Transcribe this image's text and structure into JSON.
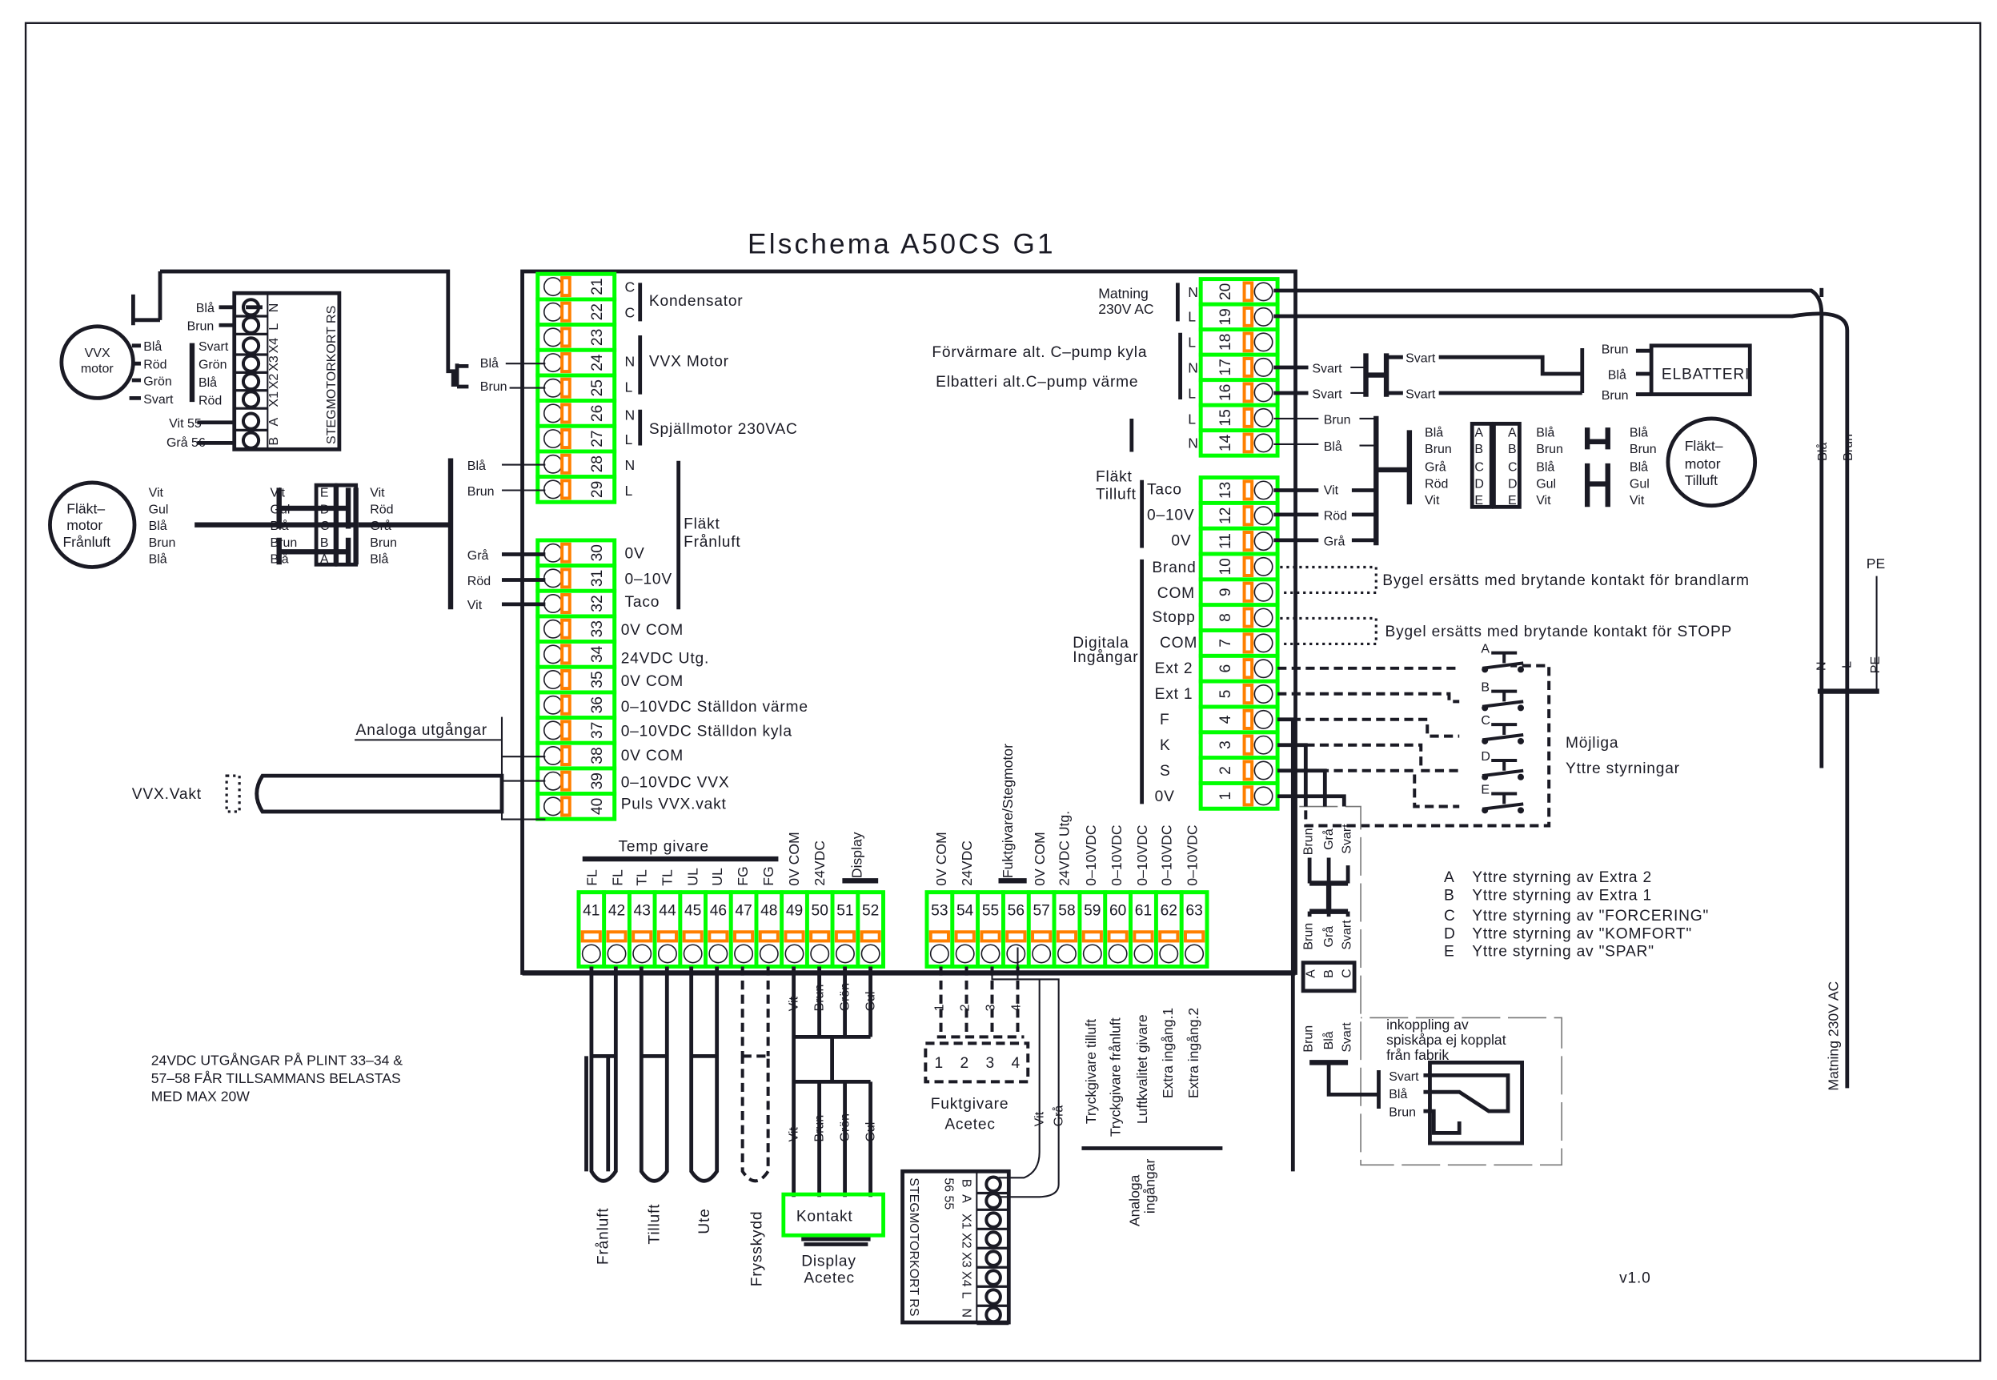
{
  "title": "Elschema A50CS G1",
  "version": "v1.0",
  "colors": {
    "terminal_frame": "#00ff00",
    "terminal_clamp": "#ff7f00",
    "line": "#1a1a24"
  },
  "note": [
    "24VDC UTGÅNGAR PÅ PLINT 33–34 &",
    "57–58 FÅR TILLSAMMANS BELASTAS",
    "MED MAX 20W"
  ],
  "terminals": {
    "left_upper": [
      21,
      22,
      23,
      24,
      25,
      26,
      27,
      28,
      29
    ],
    "left_lower": [
      30,
      31,
      32,
      33,
      34,
      35,
      36,
      37,
      38,
      39,
      40
    ],
    "right_upper": [
      20,
      19,
      18,
      17,
      16,
      15,
      14
    ],
    "right_lower": [
      13,
      12,
      11,
      10,
      9,
      8,
      7,
      6,
      5,
      4,
      3,
      2,
      1
    ],
    "bottom_a": [
      41,
      42,
      43,
      44,
      45,
      46,
      47,
      48,
      49,
      50,
      51,
      52
    ],
    "bottom_b": [
      53,
      54,
      55,
      56,
      57,
      58,
      59,
      60,
      61,
      62,
      63
    ]
  },
  "stegmotorkort_top": {
    "name": "STEGMOTORKORT RS",
    "pins": [
      "N",
      "L",
      "X4",
      "X3",
      "X2",
      "X1",
      "A",
      "B"
    ],
    "wires": [
      "Blå",
      "Brun",
      "Svart",
      "Grön",
      "Blå",
      "Röd",
      "Vit 55",
      "Grå 56"
    ]
  },
  "vvx_motor": {
    "label": [
      "VVX",
      "motor"
    ],
    "wires": [
      "Blå",
      "Röd",
      "Grön",
      "Svart"
    ]
  },
  "vvx_feed": {
    "wires": [
      "Blå",
      "Brun"
    ]
  },
  "franluft": {
    "label": [
      "Fläkt–",
      "motor",
      "Frånluft"
    ],
    "motor_wires": [
      "Vit",
      "Gul",
      "Blå",
      "Brun",
      "Blå"
    ],
    "mid_wires": [
      "Vit",
      "Gul",
      "Blå",
      "Brun",
      "Blå"
    ],
    "pins": [
      "E",
      "D",
      "C",
      "B",
      "A"
    ],
    "out_wires": [
      "Vit",
      "Röd",
      "Grå",
      "Brun",
      "Blå"
    ],
    "bus_wires": [
      "Blå",
      "Brun",
      "Grå",
      "Röd",
      "Vit"
    ]
  },
  "left_labels": [
    "C",
    "C",
    "N",
    "L",
    "N",
    "L",
    "N",
    "L",
    "0V",
    "0–10V",
    "Taco",
    "0V COM",
    "24VDC Utg.",
    "0V COM",
    "0–10VDC  Ställdon  värme",
    "0–10VDC  Ställdon  kyla",
    "0V COM",
    "0–10VDC  VVX",
    "Puls   VVX.vakt"
  ],
  "left_groups": {
    "kondensator": "Kondensator",
    "vvx_motor": "VVX Motor",
    "spjall": "Spjällmotor 230VAC",
    "flakt": "Fläkt",
    "franluft": "Frånluft"
  },
  "analog_out": "Analoga utgångar",
  "vvx_vakt": "VVX.Vakt",
  "right_labels": [
    "N",
    "L",
    "L",
    "N",
    "L",
    "L",
    "N",
    "Taco",
    "0–10V",
    "0V",
    "Brand",
    "COM",
    "Stopp",
    "COM",
    "Ext 2",
    "Ext 1",
    "F",
    "K",
    "S",
    "0V"
  ],
  "right_groups": {
    "matning": "Matning",
    "matning2": "230V AC",
    "forvarmare": "Förvärmare alt. C–pump kyla",
    "elbatteri": "Elbatteri alt.C–pump värme",
    "flakt": "Fläkt",
    "tilluft": "Tilluft",
    "digitala": "Digitala",
    "ingangar": "Ingångar"
  },
  "right_wires": [
    "Svart",
    "Svart",
    "Brun",
    "Blå"
  ],
  "elbatteri": {
    "in": [
      "Svart",
      "Svart"
    ],
    "out": [
      "Brun",
      "Blå",
      "Brun"
    ],
    "label": "ELBATTERI"
  },
  "tilluft": {
    "taco_wires": [
      "Vit",
      "Röd",
      "Grå"
    ],
    "in_wires": [
      "Blå",
      "Brun",
      "Grå",
      "Röd",
      "Vit"
    ],
    "pins": [
      "A",
      "B",
      "C",
      "D",
      "E"
    ],
    "out_wires": [
      "Blå",
      "Brun",
      "Blå",
      "Gul",
      "Vit"
    ],
    "motor_wires": [
      "Blå",
      "Brun",
      "Blå",
      "Gul",
      "Vit"
    ],
    "label": [
      "Fläkt–",
      "motor",
      "Tilluft"
    ]
  },
  "bygel": [
    "Bygel ersätts med brytande kontakt för brandlarm",
    "Bygel ersätts med brytande kontakt för STOPP"
  ],
  "switches": [
    "A",
    "B",
    "C",
    "D",
    "E"
  ],
  "mojliga": [
    "Möjliga",
    "Yttre styrningar"
  ],
  "legend": [
    {
      "key": "A",
      "text": "Yttre styrning av Extra 2"
    },
    {
      "key": "B",
      "text": "Yttre styrning av Extra 1"
    },
    {
      "key": "C",
      "text": "Yttre styrning av \"FORCERING\""
    },
    {
      "key": "D",
      "text": "Yttre styrning av \"KOMFORT\""
    },
    {
      "key": "E",
      "text": "Yttre styrning av \"SPAR\""
    }
  ],
  "supply": {
    "bla": "Blå",
    "brun": "Brun",
    "pe": "PE",
    "n": "N",
    "l": "L",
    "pe2": "PE",
    "label": "Matning 230V AC"
  },
  "bottom_a_labels": [
    "FL",
    "FL",
    "TL",
    "TL",
    "UL",
    "UL",
    "FG",
    "FG",
    "0V COM",
    "24VDC"
  ],
  "temp_givare": "Temp givare",
  "display_label": "Display",
  "bottom_b_labels": [
    "0V COM",
    "24VDC",
    "0V COM",
    "24VDC Utg.",
    "0–10VDC",
    "0–10VDC",
    "0–10VDC",
    "0–10VDC",
    "0–10VDC"
  ],
  "fukt_stegmotor": "Fuktgivare/Stegmotor",
  "sensors": [
    "Frånluft",
    "Tilluft",
    "Ute",
    "Frysskydd"
  ],
  "display_wires": [
    "Vit",
    "Brun",
    "Grön",
    "Gul"
  ],
  "kontakt": "Kontakt",
  "display_acetec": [
    "Display",
    "Acetec"
  ],
  "fukt": {
    "pins": [
      "1",
      "2",
      "3",
      "4"
    ],
    "label": [
      "Fuktgivare",
      "Acetec"
    ],
    "wires": [
      "Vit",
      "Grå"
    ]
  },
  "stegmotorkort_bottom": {
    "name": "STEGMOTORKORT RS",
    "nums": "56 55",
    "pins": [
      "B",
      "A",
      "X1",
      "X2",
      "X3",
      "X4",
      "L",
      "N"
    ]
  },
  "analog_in": {
    "items": [
      "Tryckgivare tilluft",
      "Tryckgivare frånluft",
      "Luftkvalitet givare",
      "Extra ingång.1",
      "Extra ingång.2"
    ],
    "label": [
      "Analoga",
      "ingångar"
    ]
  },
  "spiskapa": {
    "wires_top": [
      "Brun",
      "Grå",
      "Svart"
    ],
    "wires_mid": [
      "Brun",
      "Grå",
      "Svart"
    ],
    "pins": [
      "A",
      "B",
      "C"
    ],
    "wires_low": [
      "Brun",
      "Blå",
      "Svart"
    ],
    "text": [
      "inkoppling av",
      "spiskåpa ej kopplat",
      "från fabrik"
    ],
    "switch_wires": [
      "Svart",
      "Blå",
      "Brun"
    ]
  }
}
